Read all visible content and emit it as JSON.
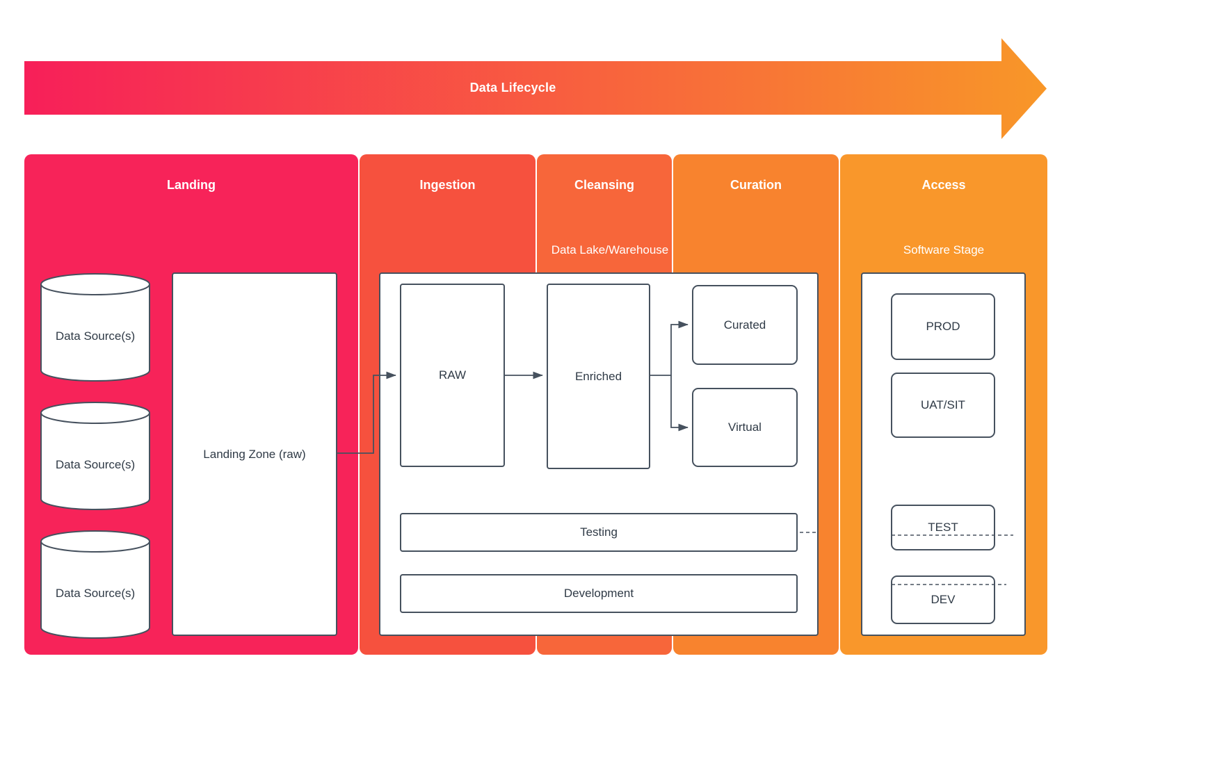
{
  "arrow": {
    "label": "Data Lifecycle",
    "gradient_from": "#f71f59",
    "gradient_to": "#f89728"
  },
  "columns": [
    {
      "label": "Landing",
      "color": "#f72359"
    },
    {
      "label": "Ingestion",
      "color": "#f6513e"
    },
    {
      "label": "Cleansing",
      "color": "#f7663a"
    },
    {
      "label": "Curation",
      "color": "#f8832e"
    },
    {
      "label": "Access",
      "color": "#f9972b"
    }
  ],
  "landing": {
    "sources": [
      {
        "label": "Data Source(s)"
      },
      {
        "label": "Data Source(s)"
      },
      {
        "label": "Data Source(s)"
      }
    ],
    "zone": {
      "label": "Landing Zone (raw)"
    }
  },
  "lake": {
    "title": "Data Lake/Warehouse",
    "raw": "RAW",
    "enriched": "Enriched",
    "curated": "Curated",
    "virtual": "Virtual",
    "testing": "Testing",
    "development": "Development"
  },
  "software": {
    "title": "Software Stage",
    "stages": [
      {
        "label": "PROD"
      },
      {
        "label": "UAT/SIT"
      },
      {
        "label": "TEST"
      },
      {
        "label": "DEV"
      }
    ]
  },
  "line_color": "#46515e"
}
